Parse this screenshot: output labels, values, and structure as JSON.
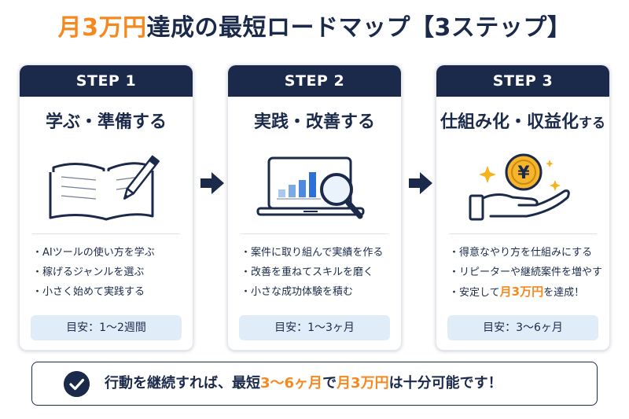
{
  "title": {
    "part1": "月3万円",
    "part2": "達成の最短ロードマップ【3ステップ】"
  },
  "colors": {
    "navy": "#1b2a4a",
    "orange": "#f5891f",
    "light_blue": "#e1ecf9",
    "chart_blue": "#2f6fd9",
    "gold": "#f3b420"
  },
  "steps": [
    {
      "label": "STEP 1",
      "title": "学ぶ・準備する",
      "icon": "open-book-with-pencil",
      "bullets": [
        "AIツールの使い方を学ぶ",
        "稼げるジャンルを選ぶ",
        "小さく始めて実践する"
      ],
      "goal": "目安：1〜2週間"
    },
    {
      "label": "STEP 2",
      "title": "実践・改善する",
      "icon": "laptop-chart-magnifier",
      "bullets": [
        "案件に取り組んで実績を作る",
        "改善を重ねてスキルを磨く",
        "小さな成功体験を積む"
      ],
      "goal": "目安：1〜3ヶ月"
    },
    {
      "label": "STEP 3",
      "title_main": "仕組み化・収益化",
      "title_small": "する",
      "icon": "hand-yen-coin",
      "coin_symbol": "¥",
      "bullets": [
        "得意なやり方を仕組みにする",
        "リピーターや継続案件を増やす"
      ],
      "bullet3": {
        "pre": "安定して",
        "hl": "月3万円",
        "post": "を達成！"
      },
      "goal": "目安：3〜6ヶ月"
    }
  ],
  "footer": {
    "t1": "行動を継続すれば、最短",
    "t2": "3〜6ヶ月",
    "t3": "で",
    "t4": "月3万円",
    "t5": "は十分可能です！"
  }
}
